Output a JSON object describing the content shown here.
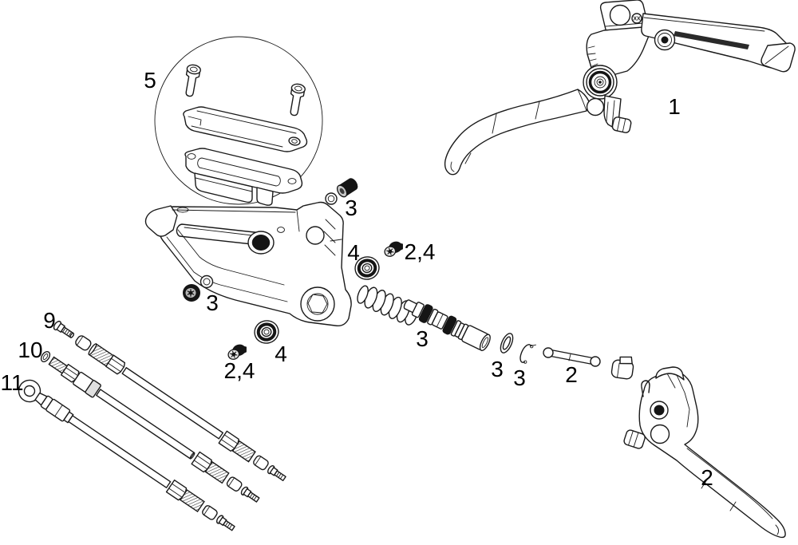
{
  "diagram": {
    "type": "exploded-parts-diagram",
    "subject": "Hydraulic disc brake lever service parts",
    "background_color": "#ffffff",
    "line_color": "#1a1a1a",
    "fill_dark": "#151515",
    "logo_text": "XX",
    "callouts": [
      {
        "label": "5",
        "part": "reservoir-cover-and-bladder-kit"
      },
      {
        "label": "1",
        "part": "lever-assembly-complete"
      },
      {
        "label": "3",
        "part": "pivot-bushing-and-washer"
      },
      {
        "label": "4",
        "part": "cam-bearing-upper"
      },
      {
        "label": "2,4",
        "part": "bearing-screw-upper"
      },
      {
        "label": "3",
        "part": "set-screw-and-washer"
      },
      {
        "label": "4",
        "part": "cam-bearing-lower"
      },
      {
        "label": "2,4",
        "part": "bearing-screw-lower"
      },
      {
        "label": "3",
        "part": "piston-and-spring-assembly"
      },
      {
        "label": "3",
        "part": "piston-washer"
      },
      {
        "label": "3",
        "part": "snap-ring"
      },
      {
        "label": "2",
        "part": "push-rod"
      },
      {
        "label": "2",
        "part": "lever-blade"
      },
      {
        "label": "9",
        "part": "hose-with-compression-fitting"
      },
      {
        "label": "10",
        "part": "hose-with-threaded-fitting"
      },
      {
        "label": "11",
        "part": "hose-with-banjo-fitting"
      }
    ]
  }
}
